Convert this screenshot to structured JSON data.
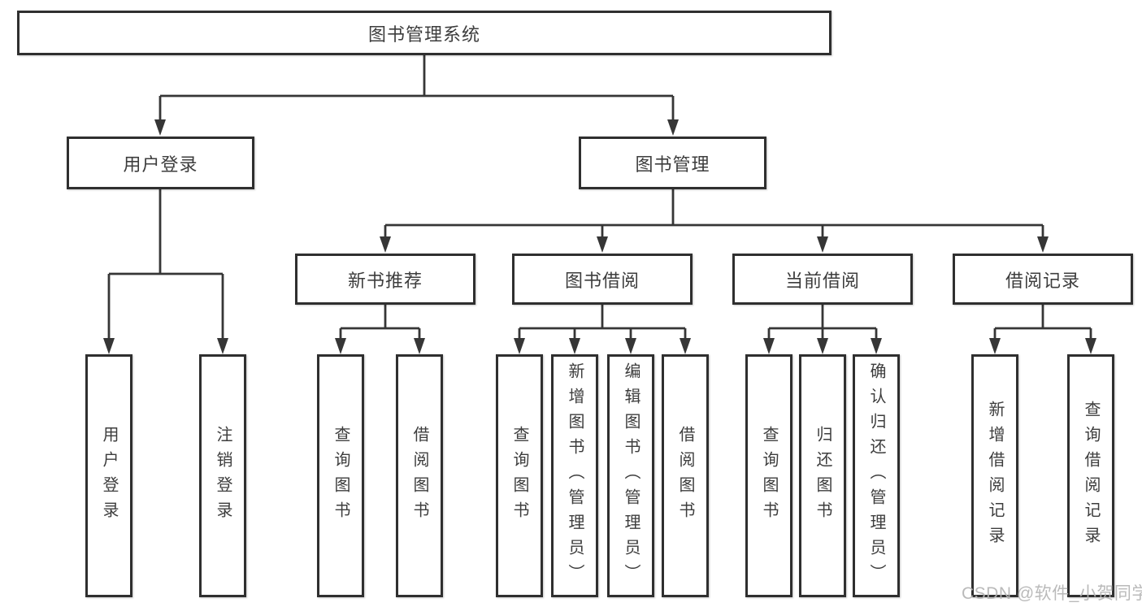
{
  "colors": {
    "background": "#ffffff",
    "box_border": "#2f2f2f",
    "connector_line": "#363636",
    "text": "#3d3d3d",
    "watermark": "#b4b4b4"
  },
  "tree": {
    "root": {
      "label": "图书管理系统"
    },
    "branches": [
      {
        "label": "用户登录",
        "children": [
          {
            "label": "用户登录"
          },
          {
            "label": "注销登录"
          }
        ]
      },
      {
        "label": "图书管理",
        "children": [
          {
            "label": "新书推荐",
            "children": [
              {
                "label": "查询图书"
              },
              {
                "label": "借阅图书"
              }
            ]
          },
          {
            "label": "图书借阅",
            "children": [
              {
                "label": "查询图书"
              },
              {
                "label": "新增图书（管理员）"
              },
              {
                "label": "编辑图书（管理员）"
              },
              {
                "label": "借阅图书"
              }
            ]
          },
          {
            "label": "当前借阅",
            "children": [
              {
                "label": "查询图书"
              },
              {
                "label": "归还图书"
              },
              {
                "label": "确认归还（管理员）"
              }
            ]
          },
          {
            "label": "借阅记录",
            "children": [
              {
                "label": "新增借阅记录"
              },
              {
                "label": "查询借阅记录"
              }
            ]
          }
        ]
      }
    ]
  },
  "watermark": {
    "text": "CSDN @软件_小贺同学"
  }
}
